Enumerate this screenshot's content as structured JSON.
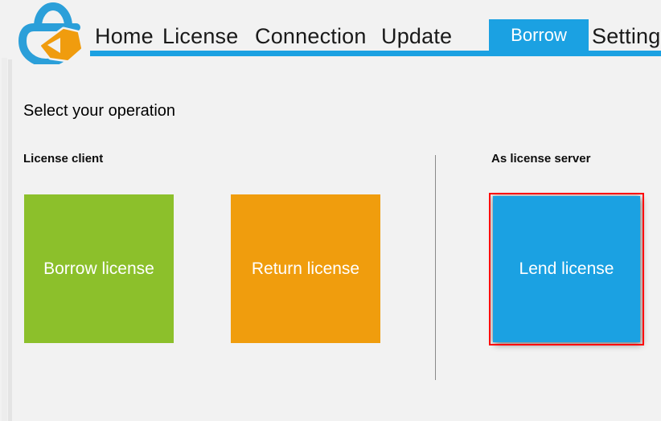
{
  "app": {
    "logo": "lock-with-tag-logo",
    "accent_color": "#1ba1e2",
    "background_color": "#f2f2f2"
  },
  "nav": {
    "items": [
      {
        "label": "Home",
        "active": false
      },
      {
        "label": "License",
        "active": false
      },
      {
        "label": "Connection",
        "active": false
      },
      {
        "label": "Update",
        "active": false
      },
      {
        "label": "Borrow",
        "active": true
      },
      {
        "label": "Settings",
        "active": false
      }
    ],
    "active_tab": "Borrow",
    "active_tab_bg": "#1ba1e2",
    "underline_color": "#1ba1e2"
  },
  "main": {
    "heading": "Select your operation",
    "sections": [
      {
        "label": "License client",
        "buttons": [
          {
            "label": "Borrow license",
            "color": "#8cc02b"
          },
          {
            "label": "Return license",
            "color": "#f09d0d"
          }
        ]
      },
      {
        "label": "As license server",
        "buttons": [
          {
            "label": "Lend license",
            "color": "#1ba1e2",
            "highlighted": true
          }
        ]
      }
    ]
  },
  "annotation": {
    "type": "highlight-box",
    "color": "#ff0000",
    "target": "lend-license-button"
  },
  "logo_colors": {
    "lock_blue": "#2b9fd9",
    "tag_orange": "#f09c0e"
  }
}
